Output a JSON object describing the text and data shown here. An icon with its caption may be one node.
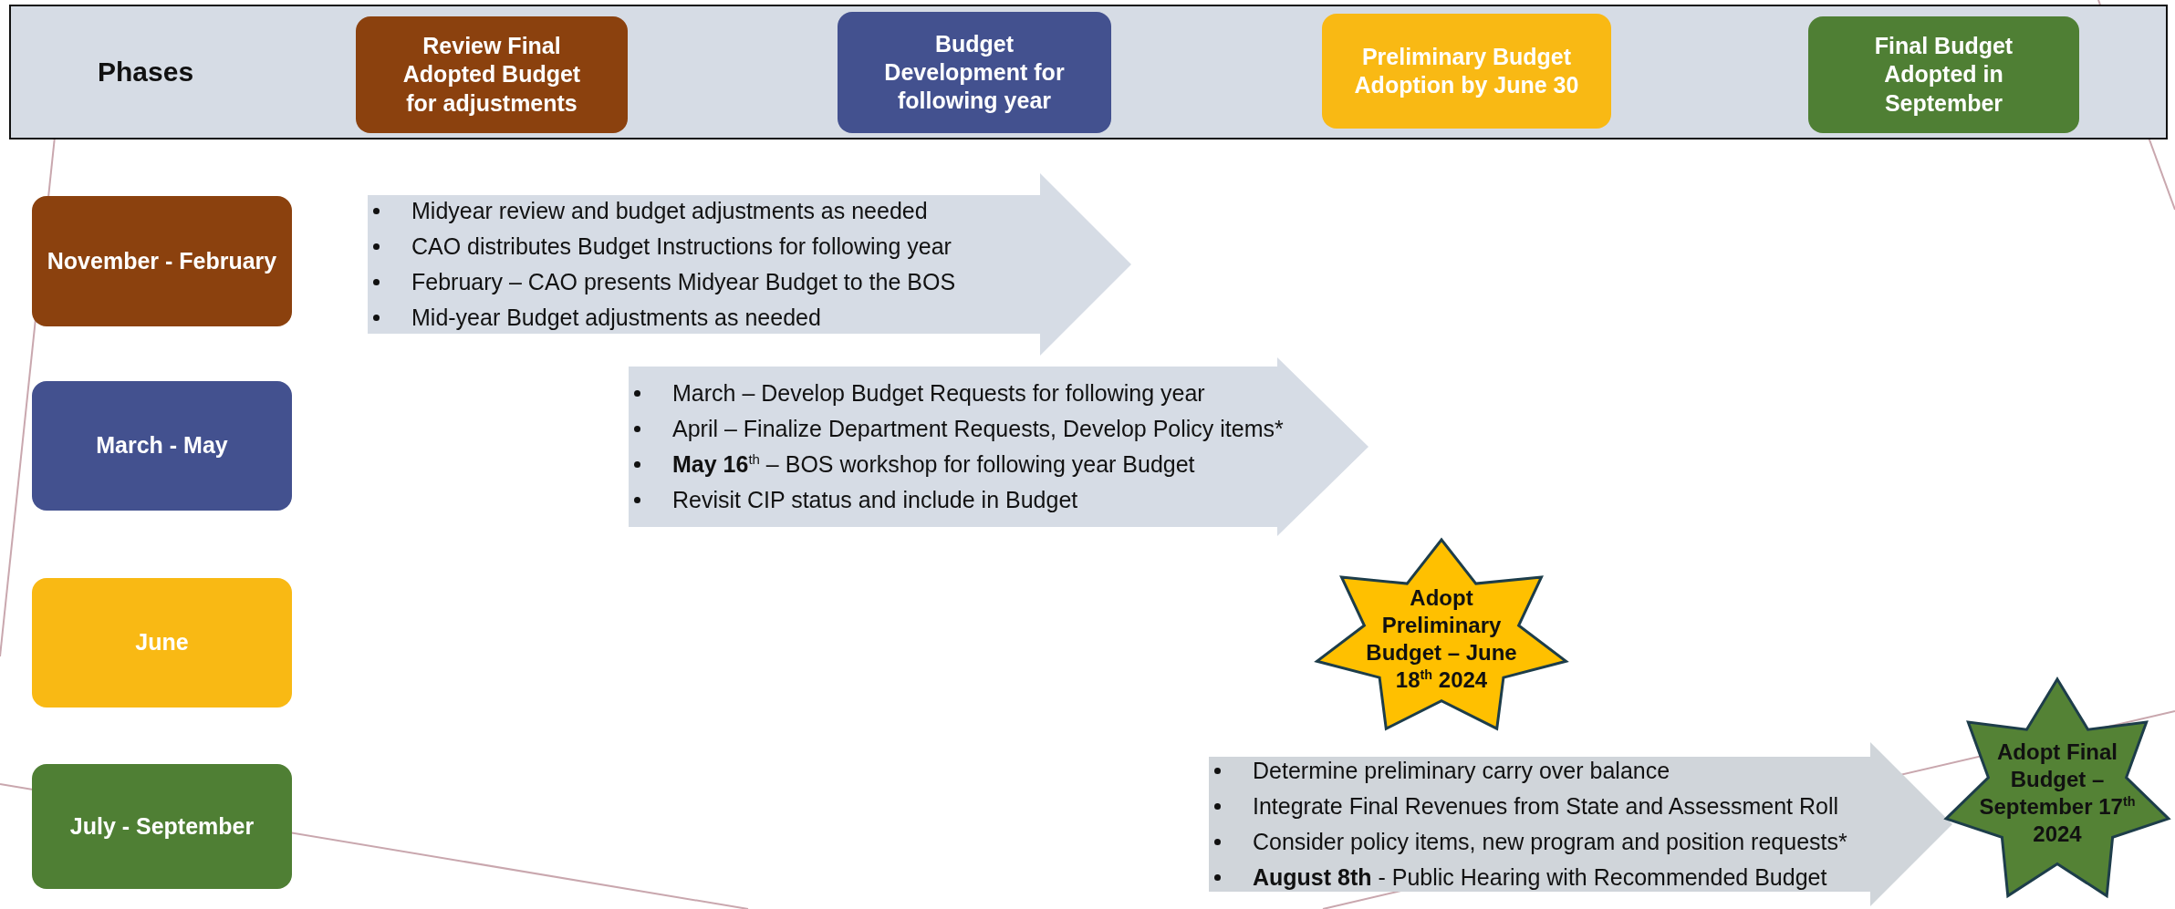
{
  "diagram": {
    "nodes": [
      {
        "text": [
          "Phases"
        ]
      },
      {
        "text": [
          "Review Final Adopted Budget for adjustments"
        ],
        "in": 0
      },
      {
        "text": [
          "Budget Development for following year"
        ],
        "in": 0
      },
      {
        "text": [
          "Preliminary Budget Adoption by June 30"
        ],
        "in": 0
      },
      {
        "text": [
          "Final Budget Adopted in September"
        ],
        "in": 0
      },
      {
        "text": [
          "November - February"
        ]
      },
      {
        "text": [
          "March - May"
        ]
      },
      {
        "text": [
          "June"
        ]
      },
      {
        "text": [
          "July - September"
        ]
      },
      {
        "text": [
          "Midyear review and budget adjustments as needed",
          "CAO distributes Budget Instructions for following year",
          "February – CAO presents Midyear Budget to the BOS",
          "Mid-year Budget adjustments as needed"
        ]
      },
      {
        "text": [
          "March – Develop Budget Requests for following year",
          "April – Finalize Department Requests, Develop Policy items*",
          "**May 16**$^{th}$ – BOS workshop for following year Budget",
          "Revisit CIP status and include in Budget"
        ]
      },
      {
        "text": [
          "Adopt Preliminary Budget – June 18$^{th}$ 2024"
        ]
      },
      {
        "text": [
          "Determine preliminary carry over balance",
          "Integrate Final Revenues from State and Assessment Roll",
          "Consider policy items, new program and position requests*",
          "**August 8th** - Public Hearing with Recommended Budget"
        ]
      },
      {
        "text": [
          "Adopt Final Budget – September 17$^{th}$ 2024"
        ]
      }
    ],
    "edges": []
  }
}
